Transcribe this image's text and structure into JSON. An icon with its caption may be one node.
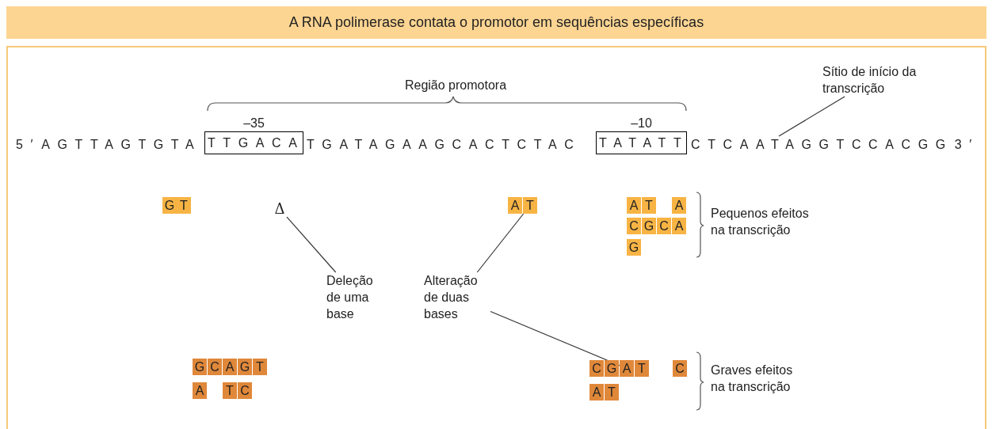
{
  "diagram": {
    "title": "A RNA polimerase contata o promotor em sequências específicas",
    "nodes": [
      {
        "text": [
          "Sítio de início da transcrição"
        ]
      },
      {
        "text": [
          "–35",
          "TTGACA"
        ]
      },
      {
        "text": [
          "–10",
          "TATATT"
        ]
      },
      {
        "text": [
          "CTCAATAGGTCCACGG 3′"
        ]
      },
      {
        "text": [
          "Δ"
        ]
      },
      {
        "text": [
          "Deleção de uma base"
        ]
      },
      {
        "text": [
          "Alteração de duas bases"
        ]
      },
      {
        "text": [
          "G"
        ]
      },
      {
        "text": [
          "T"
        ]
      },
      {
        "text": [
          "A"
        ]
      },
      {
        "text": [
          "T"
        ]
      },
      {
        "text": [
          "A"
        ]
      },
      {
        "text": [
          "T"
        ]
      },
      {
        "text": [
          "A"
        ]
      },
      {
        "text": [
          "C"
        ]
      },
      {
        "text": [
          "G"
        ]
      },
      {
        "text": [
          "C"
        ]
      },
      {
        "text": [
          "A"
        ]
      },
      {
        "text": [
          "G"
        ]
      },
      {
        "text": [
          "G"
        ]
      },
      {
        "text": [
          "C"
        ]
      },
      {
        "text": [
          "A"
        ]
      },
      {
        "text": [
          "G"
        ]
      },
      {
        "text": [
          "T"
        ]
      },
      {
        "text": [
          "A"
        ]
      },
      {
        "text": [
          "T"
        ]
      },
      {
        "text": [
          "C"
        ]
      },
      {
        "text": [
          "C"
        ]
      },
      {
        "text": [
          "G"
        ]
      },
      {
        "text": [
          "A"
        ]
      },
      {
        "text": [
          "T"
        ]
      },
      {
        "text": [
          "C"
        ]
      },
      {
        "text": [
          "A"
        ]
      },
      {
        "text": [
          "T"
        ]
      }
    ],
    "edges": [
      {
        "from": 0,
        "to": 3,
        "arrow": "none"
      },
      {
        "from": 4,
        "to": 5,
        "arrow": "none"
      },
      {
        "from": 6,
        "to": 10,
        "arrow": "none"
      },
      {
        "from": 6,
        "to": 29,
        "arrow": "none"
      }
    ],
    "labels": [
      "Região promotora",
      "5′ AGTTAGTGTA",
      "TGATAGAAGCACTCTAC",
      "Pequenos efeitos na transcrição",
      "Graves efeitos na transcrição"
    ]
  }
}
